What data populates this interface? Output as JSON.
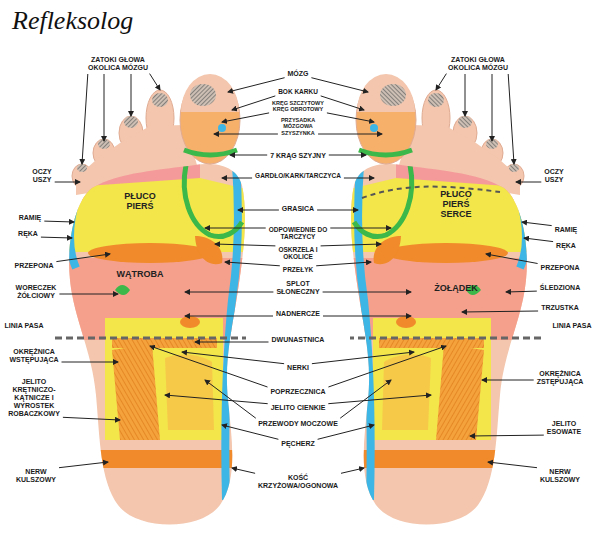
{
  "diagram": {
    "title": "Refleksolog",
    "nodes": [
      {
        "text": [
          "PŁUCO PIERŚ"
        ]
      },
      {
        "text": [
          "WĄTROBA"
        ]
      },
      {
        "text": [
          "PŁUCO PIERŚ SERCE"
        ]
      },
      {
        "text": [
          "ŻOŁĄDEK"
        ]
      }
    ],
    "labels": [
      "ZATOKI GŁOWA OKOLICA MÓZGU",
      "MÓZG",
      "ZATOKI GŁOWA OKOLICA MÓZGU",
      "BOK KARKU",
      "KRĘG SZCZYTOWY KRĘG OBROTOWY",
      "PRZYSADKA MÓZGOWA SZYSZYNKA",
      "7 KRĄG SZYJNY",
      "GARDŁO/KARK/TARCZYCA",
      "GRASICA",
      "ODPOWIEDNIE DO TARCZYCY",
      "OSKRZELA I OKOLICE",
      "PRZEŁYK",
      "SPLOT SŁONECZNY",
      "NADNERCZE",
      "DWUNASTNICA",
      "NERKI",
      "POPRZECZNICA",
      "JELITO CIENKIE",
      "PRZEWODY MOCZOWE",
      "PĘCHERZ",
      "KOŚĆ KRZYŻOWA/OGONOWA",
      "OCZY USZY",
      "RAMIĘ",
      "RĘKA",
      "PRZEPONA",
      "WORECZEK ŻÓŁCIOWY",
      "LINIA PASA",
      "OKRĘŻNICA WSTĘPUJĄCA",
      "JELITO KRĘTNICZO-KĄTNICZE I WYROSTEK ROBACZKOWY",
      "NERW KULSZOWY",
      "OCZY USZY",
      "RAMIĘ",
      "RĘKA",
      "PRZEPONA",
      "ŚLEDZIONA",
      "TRZUSTKA",
      "LINIA PASA",
      "OKRĘŻNICA ZSTĘPUJĄCA",
      "JELITO ESOWATE",
      "NERW KULSZOWY"
    ]
  }
}
